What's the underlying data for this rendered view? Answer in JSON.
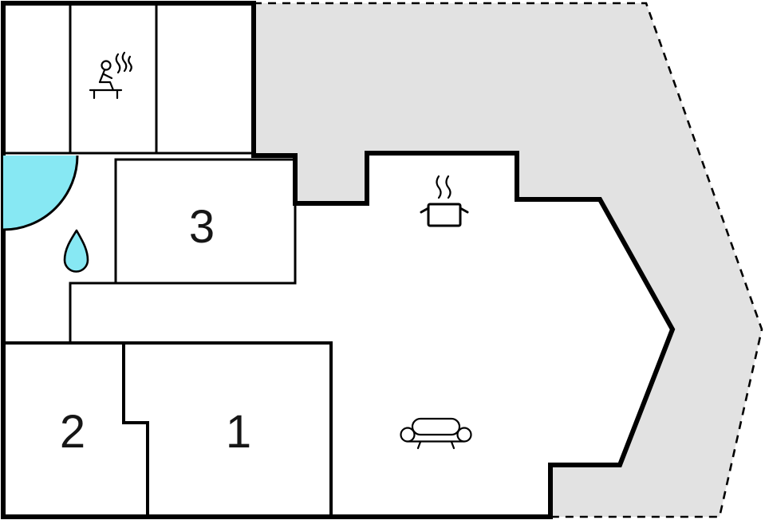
{
  "colors": {
    "wall": "#000000",
    "water": "#87e8f3",
    "terrace": "#e2e2e2",
    "floor": "#ffffff"
  },
  "rooms": {
    "room1": {
      "label": "1"
    },
    "room2": {
      "label": "2"
    },
    "room3": {
      "label": "3"
    }
  },
  "icons": {
    "sauna": "sauna-steam-icon",
    "water_drop": "water-drop-icon",
    "cooking_pot": "cooking-pot-steam-icon",
    "sofa": "sofa-icon",
    "shower": "corner-shower-basin"
  }
}
